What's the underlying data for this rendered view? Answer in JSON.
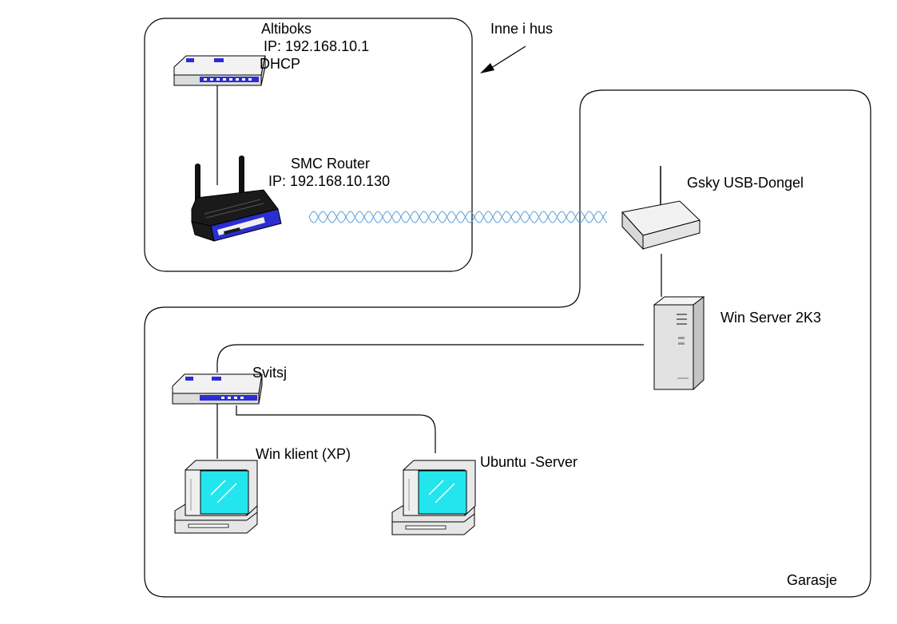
{
  "zones": {
    "house_label": "Inne i hus",
    "garage_label": "Garasje"
  },
  "devices": {
    "altiboks": {
      "name": "Altiboks",
      "ip": "IP: 192.168.10.1",
      "role": "DHCP"
    },
    "smc_router": {
      "name": "SMC Router",
      "ip": "IP: 192.168.10.130"
    },
    "gsky_dongle": {
      "name": "Gsky USB-Dongel"
    },
    "win_server": {
      "name": "Win Server 2K3"
    },
    "switch": {
      "name": "Svitsj"
    },
    "win_client": {
      "name": "Win klient (XP)"
    },
    "ubuntu_server": {
      "name": "Ubuntu -Server"
    }
  },
  "colors": {
    "device_blue": "#2b2ed1",
    "screen_cyan": "#22e5ee",
    "device_gray": "#ececec",
    "line": "#000000"
  },
  "links": [
    {
      "from": "Altiboks",
      "to": "SMC Router",
      "kind": "cable"
    },
    {
      "from": "SMC Router",
      "to": "Gsky USB-Dongel",
      "kind": "wireless"
    },
    {
      "from": "Gsky USB-Dongel",
      "to": "Win Server 2K3",
      "kind": "cable"
    },
    {
      "from": "Win Server 2K3",
      "to": "Svitsj",
      "kind": "cable"
    },
    {
      "from": "Svitsj",
      "to": "Win klient (XP)",
      "kind": "cable"
    },
    {
      "from": "Svitsj",
      "to": "Ubuntu -Server",
      "kind": "cable"
    }
  ]
}
